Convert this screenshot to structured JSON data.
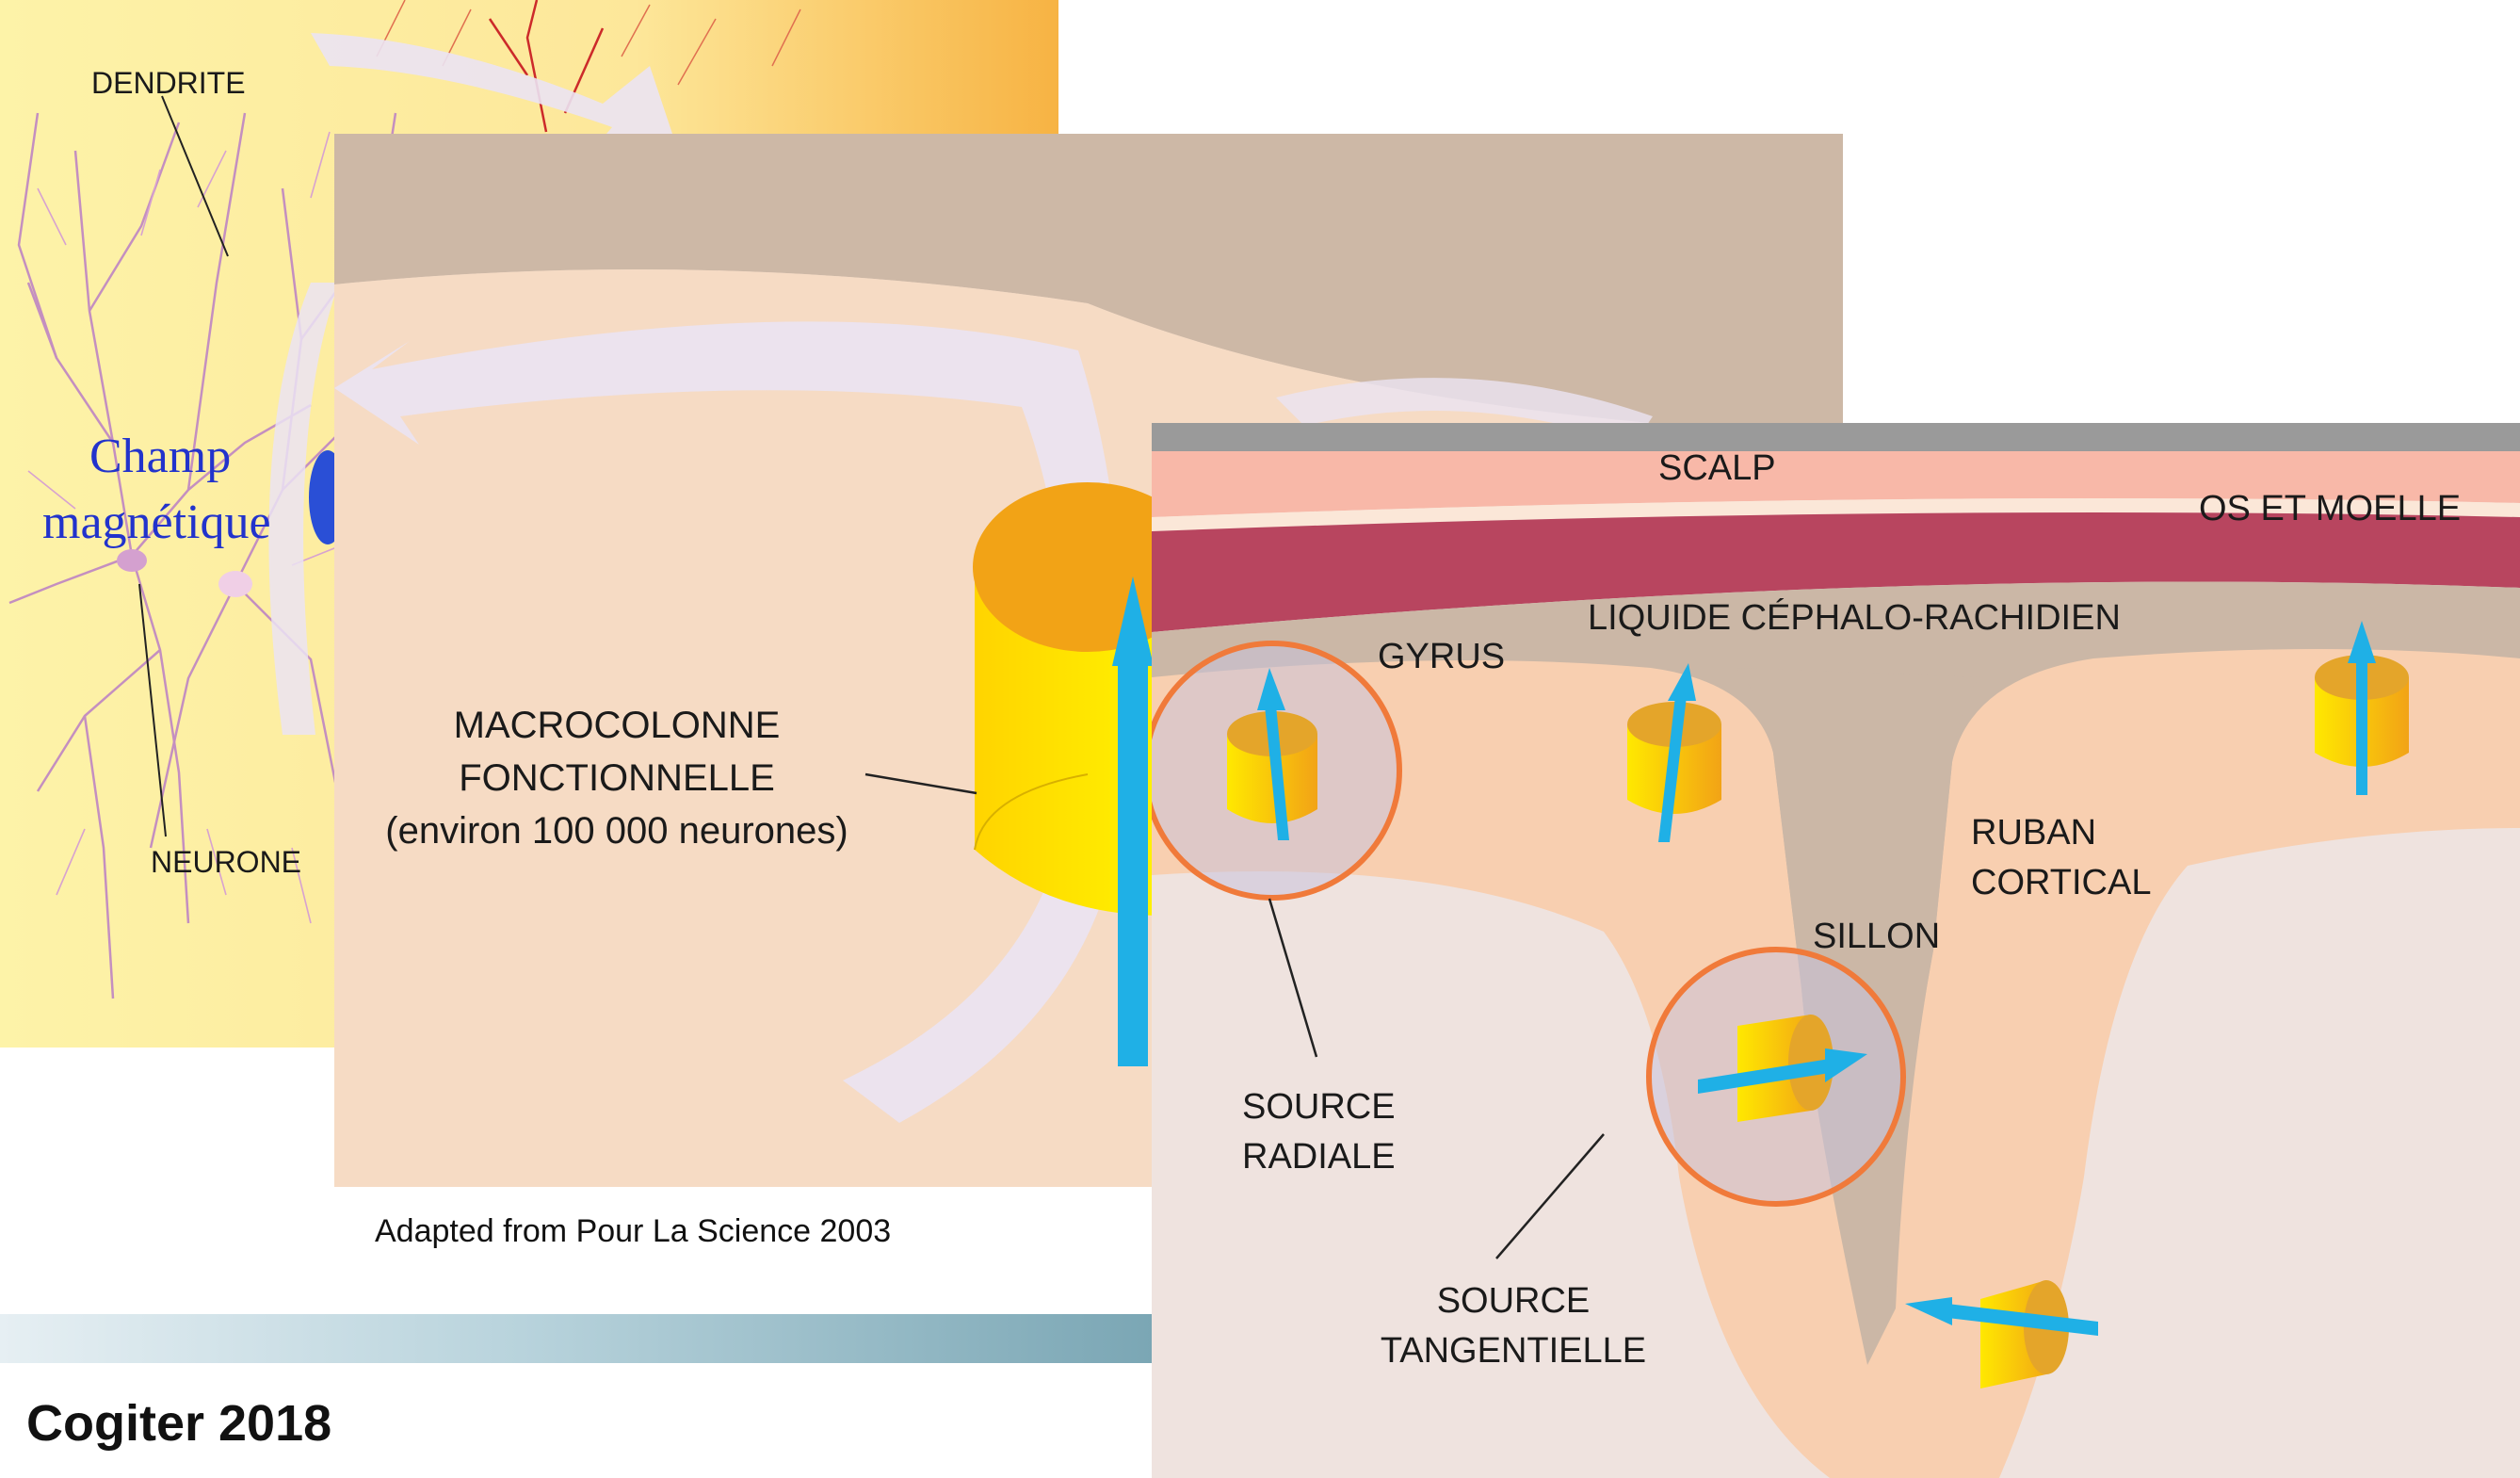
{
  "neuron_panel": {
    "dendrite_label": "DENDRITE",
    "neurone_label": "NEURONE",
    "champ_line1": "Champ",
    "champ_line2": "magnétique",
    "colors": {
      "background_light": "#fdf2a6",
      "background_dark": "#f7b343",
      "dendrite": "#c48fc0",
      "champ_text": "#2233cc"
    }
  },
  "macro_panel": {
    "label": "MACROCOLONNE\nFONCTIONNELLE\n(environ 100 000 neurones)",
    "caption": "Adapted from Pour La Science 2003",
    "colors": {
      "bone": "#cdb8a6",
      "tissue": "#f7d9c0",
      "column_top": "#f2a316",
      "column_side": "#ffe600",
      "arrow": "#1fb0e6"
    }
  },
  "cortex_panel": {
    "scalp": "SCALP",
    "os_et_moelle": "OS ET MOELLE",
    "lcr": "LIQUIDE CÉPHALO-RACHIDIEN",
    "gyrus": "GYRUS",
    "ruban": "RUBAN\nCORTICAL",
    "sillon": "SILLON",
    "source_radiale": "SOURCE\nRADIALE",
    "source_tangentielle": "SOURCE\nTANGENTIELLE",
    "colors": {
      "scalp": "#f8b8a8",
      "bone": "#b8455f",
      "csf": "#cbb7a6",
      "cortex": "#f8cfb0",
      "white_matter": "#efe3df",
      "circle": "#f07a3a",
      "arrow": "#1fb0e6"
    }
  },
  "footer": {
    "title": "Cogiter 2018"
  }
}
